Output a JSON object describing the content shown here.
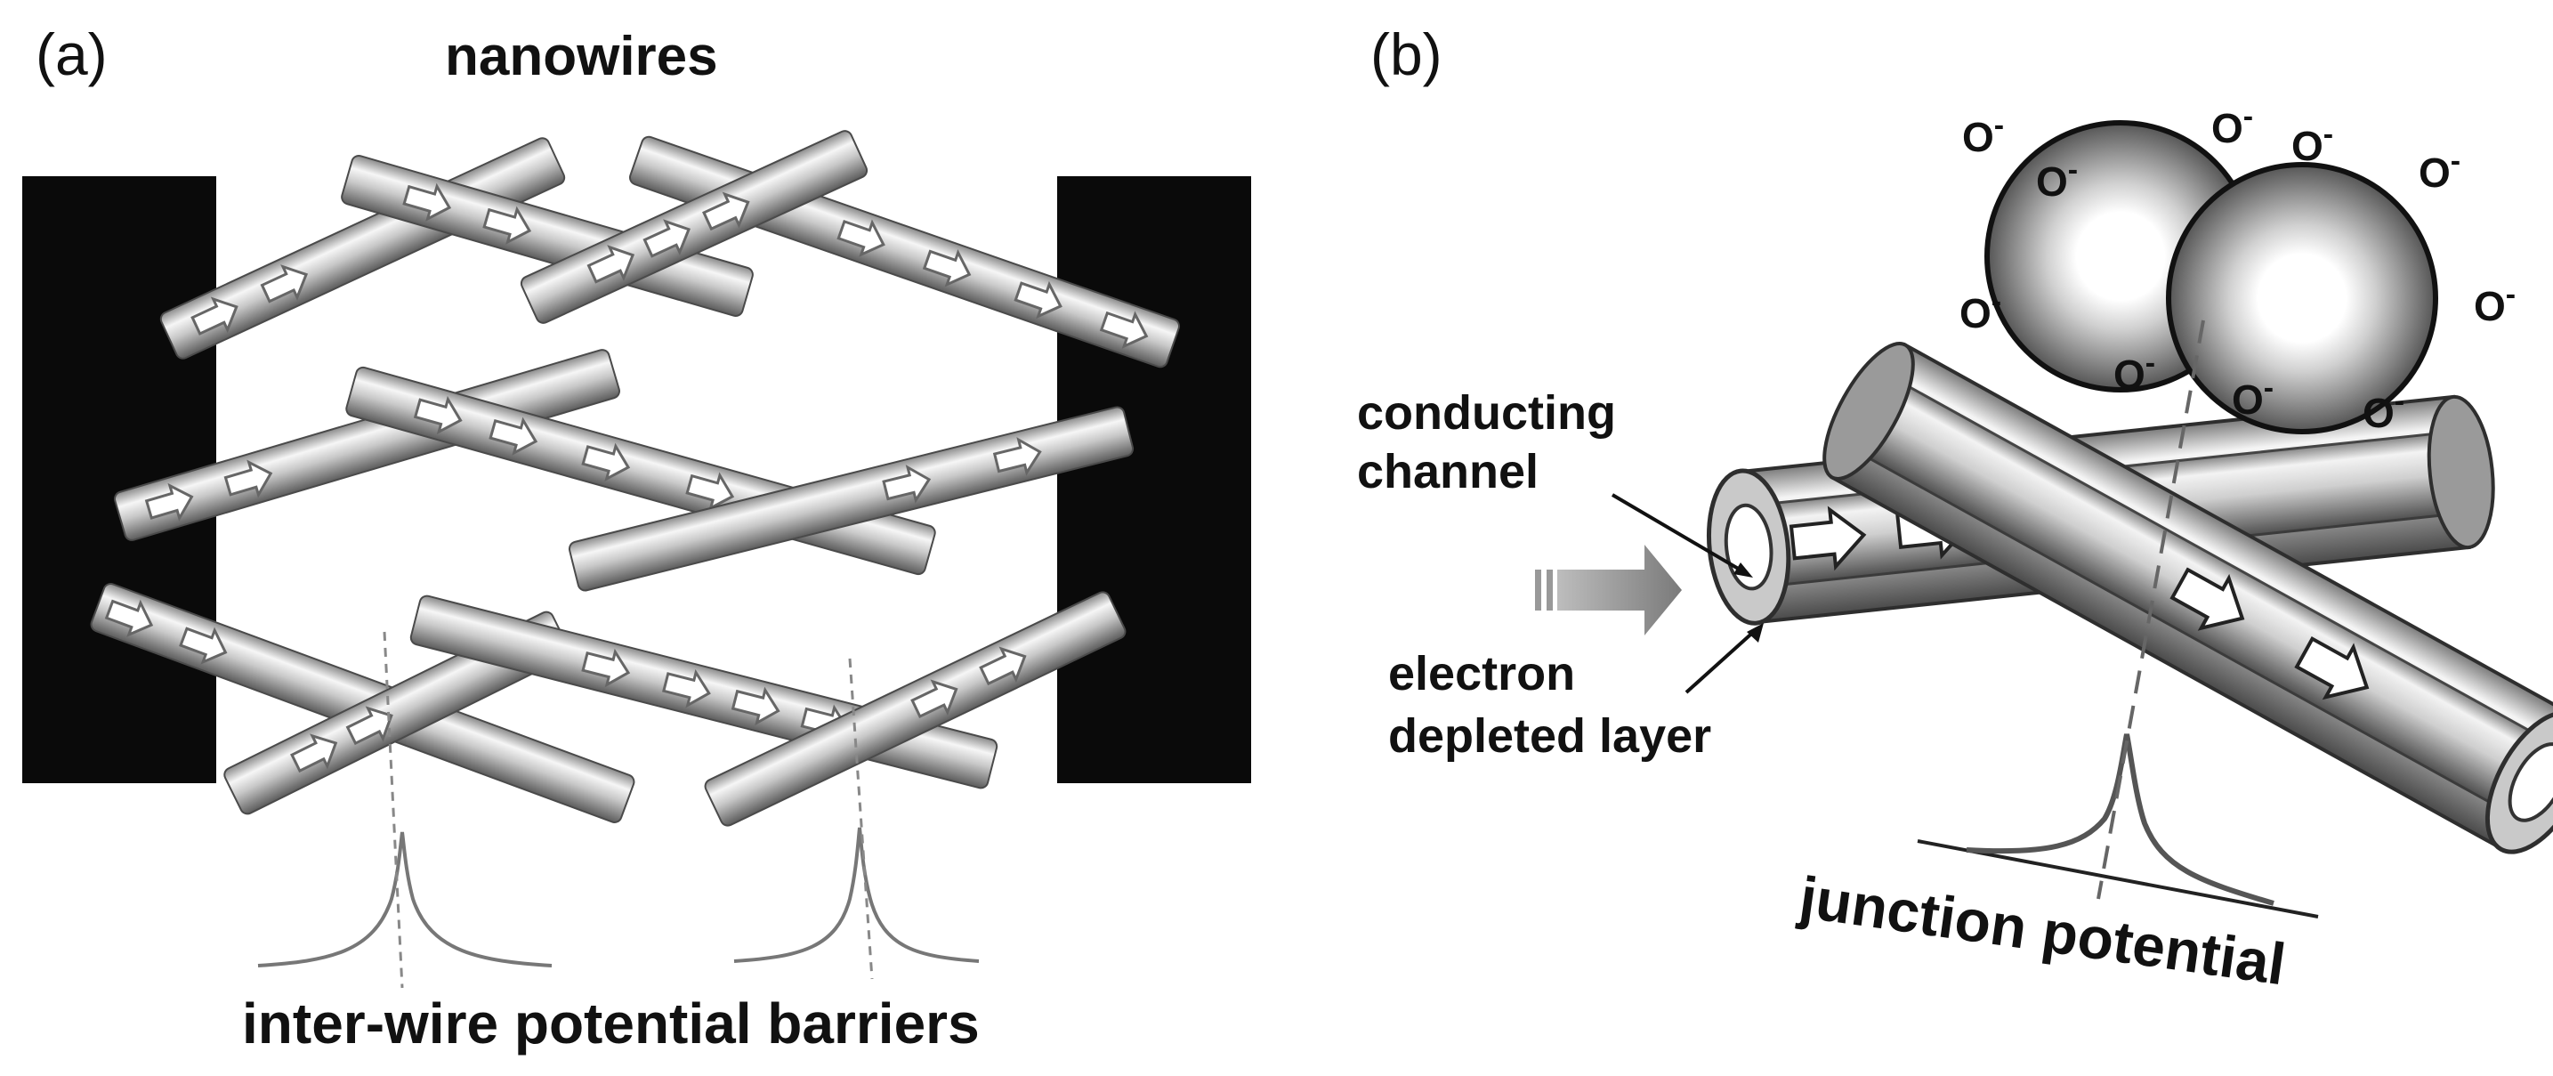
{
  "panel_a": {
    "label": "(a)",
    "top_label": "nanowires",
    "bottom_label": "inter-wire potential barriers"
  },
  "panel_b": {
    "label": "(b)",
    "label_channel_1": "conducting",
    "label_channel_2": "channel",
    "label_depleted_1": "electron",
    "label_depleted_2": "depleted layer",
    "label_junction": "junction potential",
    "oxygen_ion": "O",
    "oxygen_charge": "-"
  },
  "colors": {
    "electrode": "#0a0a0a",
    "wire_light": "#f4f4f4",
    "wire_mid": "#bdbdbd",
    "wire_dark": "#6a6a6a",
    "arrow_fill": "#ffffff",
    "arrow_stroke": "#666666"
  }
}
